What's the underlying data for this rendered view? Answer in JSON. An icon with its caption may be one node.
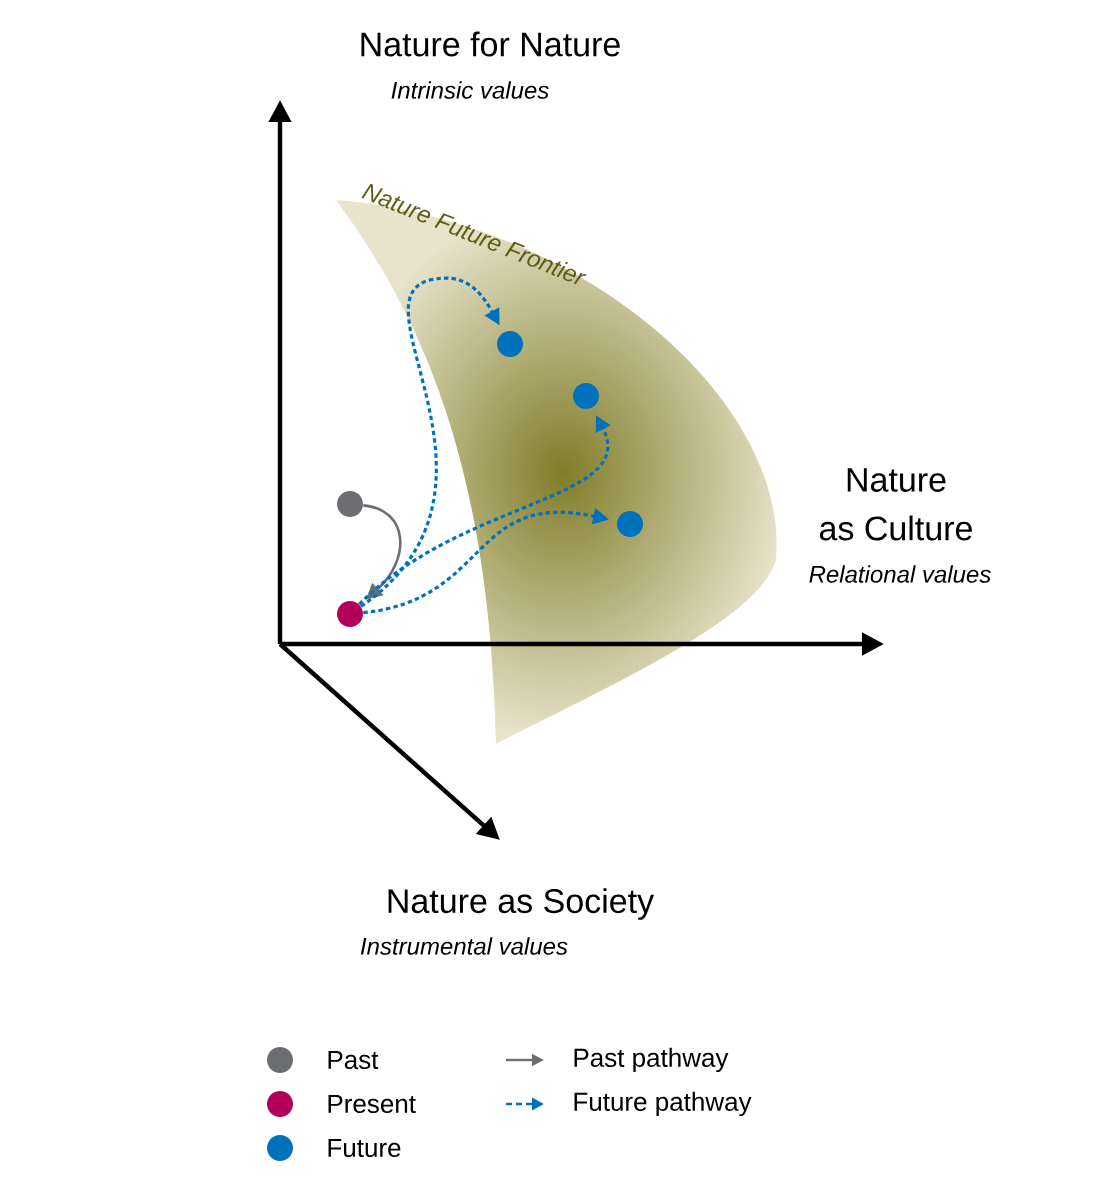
{
  "diagram": {
    "nodes": [
      {
        "text": [],
        "shape": "circle"
      },
      {
        "text": [],
        "shape": "circle"
      },
      {
        "text": [],
        "shape": "circle"
      },
      {
        "text": [],
        "shape": "circle"
      },
      {
        "text": [],
        "shape": "circle"
      }
    ],
    "edges": [
      {
        "from": 0,
        "to": 1,
        "arrow": "to",
        "color": "#6d6e71"
      },
      {
        "from": 1,
        "to": 2,
        "arrow": "to",
        "style": "dashed"
      },
      {
        "from": 1,
        "to": 3,
        "arrow": "to",
        "style": "dashed"
      },
      {
        "from": 1,
        "to": 4,
        "arrow": "to",
        "style": "dashed"
      }
    ],
    "labels": [
      "Nature for Nature",
      "Intrinsic values",
      "Nature Future Frontier",
      "Nature",
      "as Culture",
      "Relational values",
      "Nature as Society",
      "Instrumental values"
    ],
    "legend": [
      {
        "text": "Past",
        "color": "#6d6e71"
      },
      {
        "text": "Present",
        "color": "#b0005a"
      },
      {
        "text": "Future",
        "color": "#0072bc"
      },
      {
        "text": "Past pathway"
      },
      {
        "text": "Future pathway"
      }
    ]
  }
}
